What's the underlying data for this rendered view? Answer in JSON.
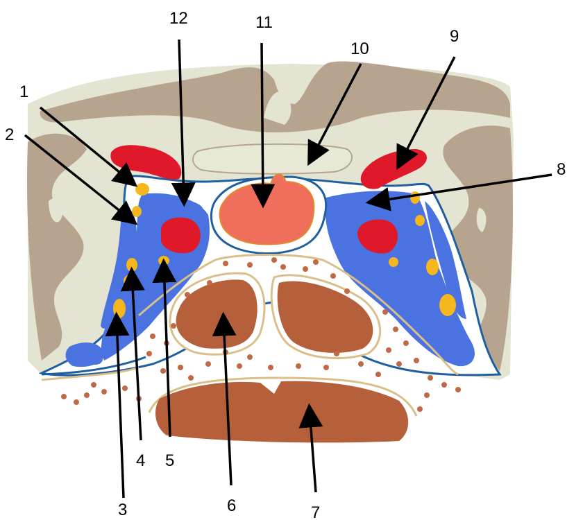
{
  "labels": {
    "n1": "1",
    "n2": "2",
    "n3": "3",
    "n4": "4",
    "n5": "5",
    "n6": "6",
    "n7": "7",
    "n8": "8",
    "n9": "9",
    "n10": "10",
    "n11": "11",
    "n12": "12"
  },
  "colors": {
    "bone_outer": "#e4e4d2",
    "bone_tan": "#b7a48e",
    "fascia_line": "#1f5fa0",
    "muscle_blue": "#4a72e0",
    "vessel_red": "#e0192a",
    "center_salmon": "#f06f5c",
    "fat_yellow": "#f5b71d",
    "organ_brown": "#b5603a",
    "speckle": "#c06a45",
    "membrane_line": "#d9c08a",
    "arrow": "#000000"
  }
}
